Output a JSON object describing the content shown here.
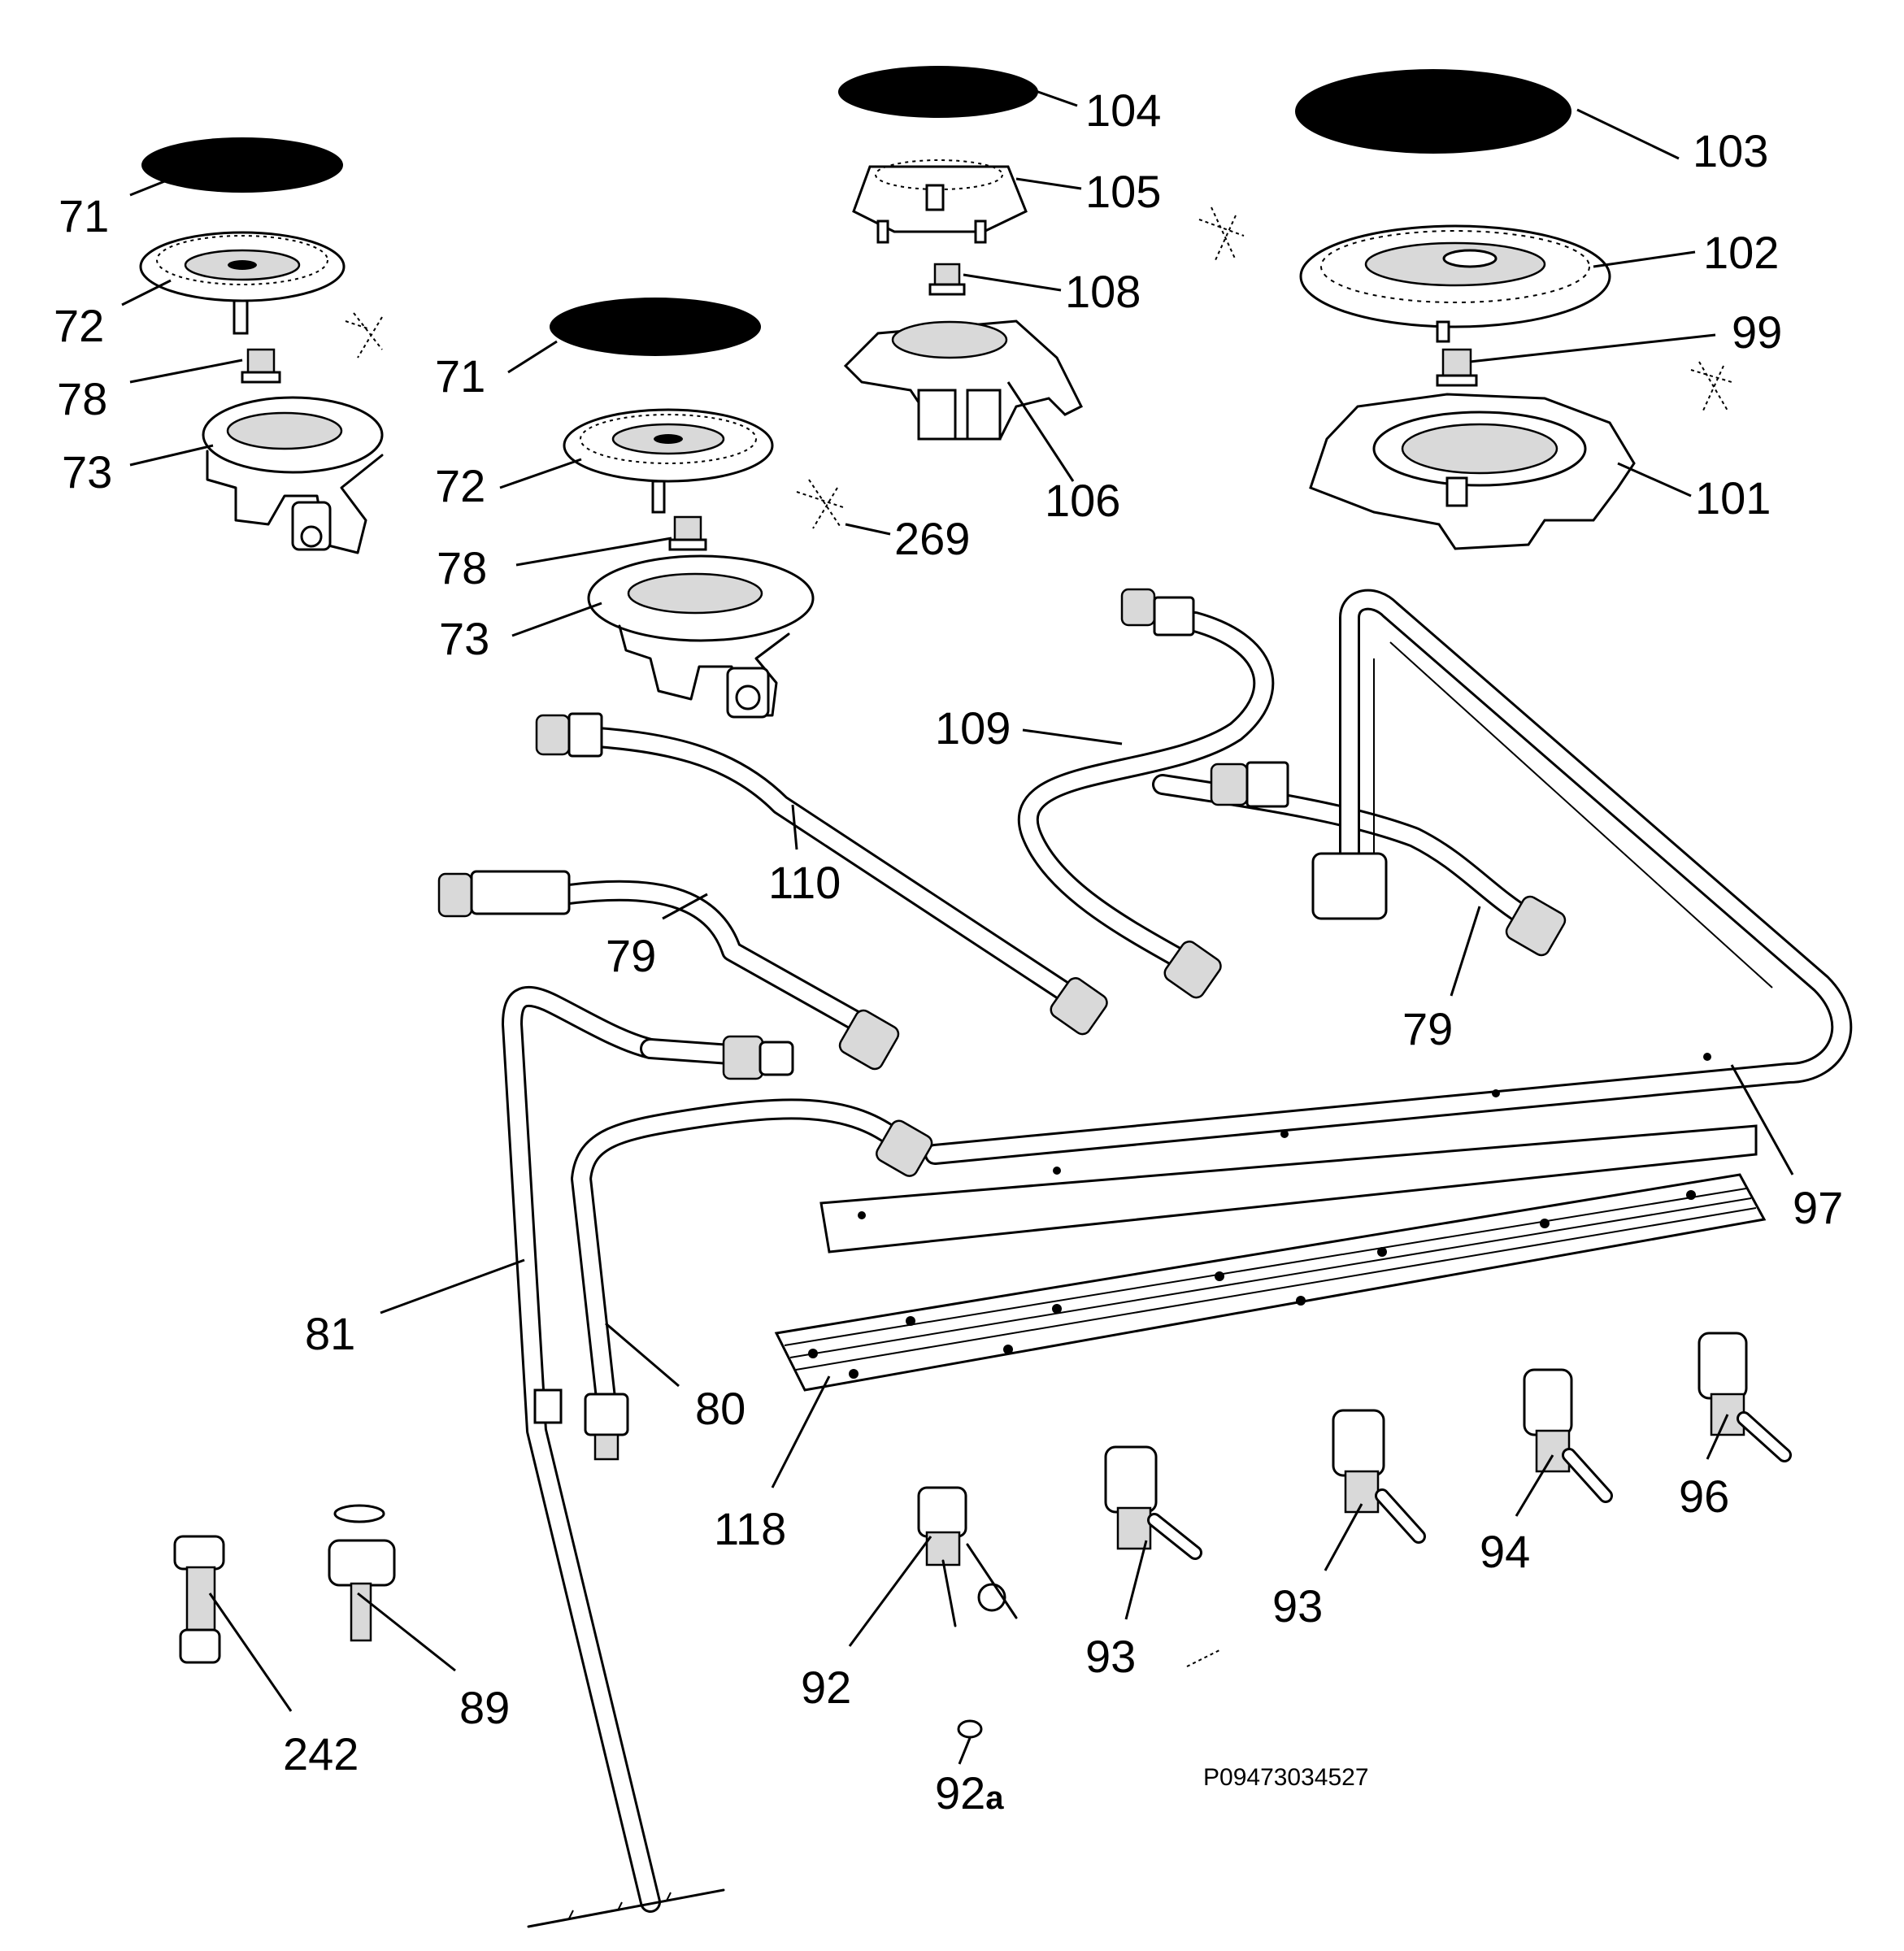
{
  "diagram": {
    "reference_code": "P09473034527",
    "part_labels": [
      {
        "id": "71a",
        "text": "71"
      },
      {
        "id": "72a",
        "text": "72"
      },
      {
        "id": "78a",
        "text": "78"
      },
      {
        "id": "73a",
        "text": "73"
      },
      {
        "id": "71b",
        "text": "71"
      },
      {
        "id": "72b",
        "text": "72"
      },
      {
        "id": "78b",
        "text": "78"
      },
      {
        "id": "73b",
        "text": "73"
      },
      {
        "id": "269",
        "text": "269"
      },
      {
        "id": "104",
        "text": "104"
      },
      {
        "id": "105",
        "text": "105"
      },
      {
        "id": "108",
        "text": "108"
      },
      {
        "id": "106",
        "text": "106"
      },
      {
        "id": "103",
        "text": "103"
      },
      {
        "id": "102",
        "text": "102"
      },
      {
        "id": "99",
        "text": "99"
      },
      {
        "id": "101",
        "text": "101"
      },
      {
        "id": "109",
        "text": "109"
      },
      {
        "id": "110",
        "text": "110"
      },
      {
        "id": "79a",
        "text": "79"
      },
      {
        "id": "79b",
        "text": "79"
      },
      {
        "id": "97",
        "text": "97"
      },
      {
        "id": "81",
        "text": "81"
      },
      {
        "id": "80",
        "text": "80"
      },
      {
        "id": "118",
        "text": "118"
      },
      {
        "id": "242",
        "text": "242"
      },
      {
        "id": "89",
        "text": "89"
      },
      {
        "id": "92",
        "text": "92"
      },
      {
        "id": "93a",
        "text": "93"
      },
      {
        "id": "93b",
        "text": "93"
      },
      {
        "id": "94",
        "text": "94"
      },
      {
        "id": "96",
        "text": "96"
      }
    ],
    "sub_label": {
      "main": "92",
      "suffix": "a"
    }
  }
}
